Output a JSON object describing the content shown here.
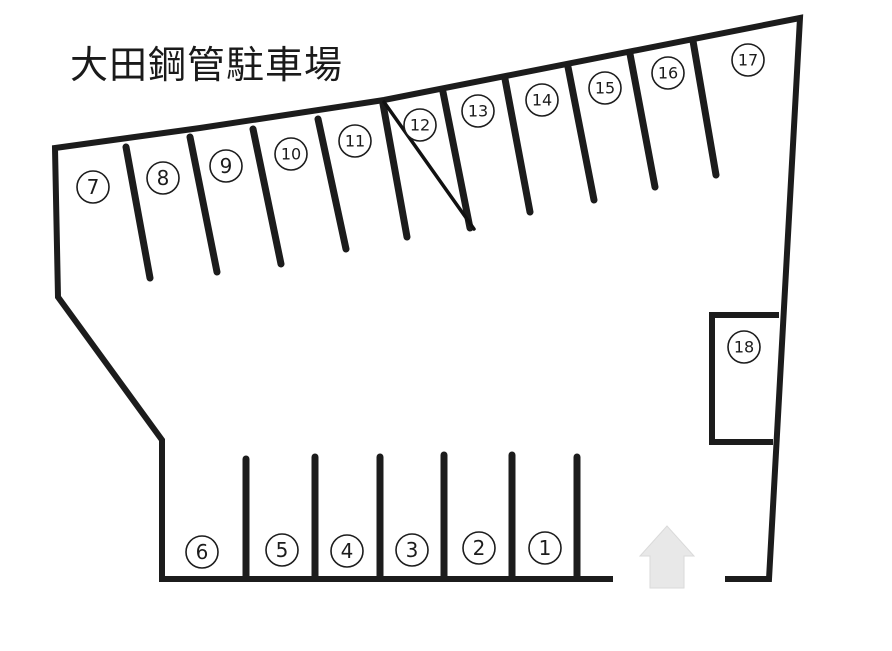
{
  "title": "大田鋼管駐車場",
  "spaces": {
    "s1": "1",
    "s2": "2",
    "s3": "3",
    "s4": "4",
    "s5": "5",
    "s6": "6",
    "s7": "7",
    "s8": "8",
    "s9": "9",
    "s10": "10",
    "s11": "11",
    "s12": "12",
    "s13": "13",
    "s14": "14",
    "s15": "15",
    "s16": "16",
    "s17": "17",
    "s18": "18"
  }
}
